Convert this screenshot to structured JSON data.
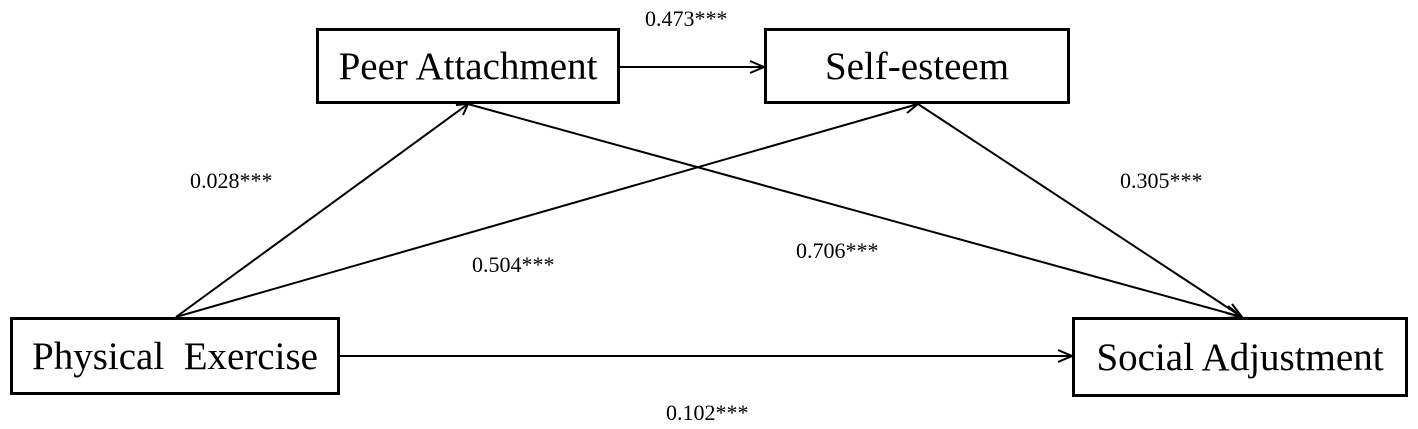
{
  "nodes": {
    "peer": "Peer Attachment",
    "self": "Self-esteem",
    "physical": "Physical  Exercise",
    "social": "Social Adjustment"
  },
  "paths": {
    "peer_to_self": "0.473***",
    "physical_to_peer": "0.028***",
    "physical_to_self": "0.504***",
    "peer_to_social": "0.706***",
    "self_to_social": "0.305***",
    "physical_to_social": "0.102***"
  }
}
